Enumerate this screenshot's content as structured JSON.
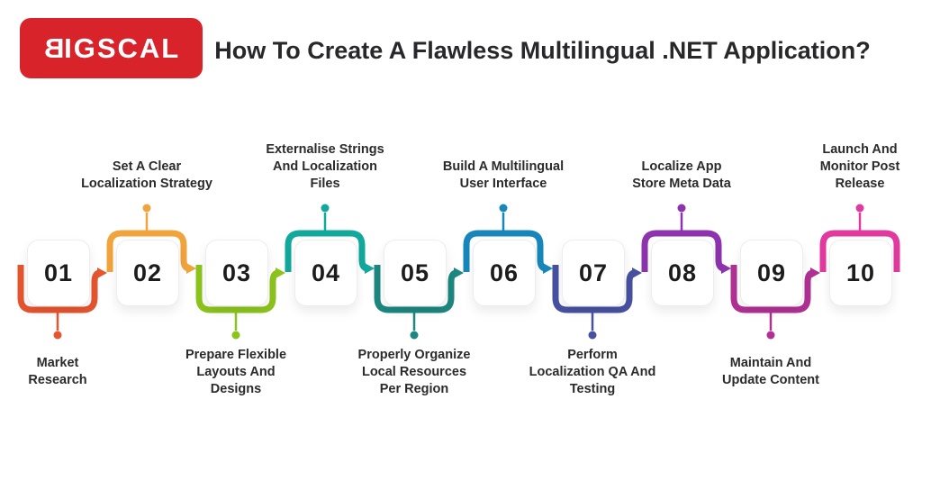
{
  "header": {
    "logo": {
      "text": "BIGSCAL",
      "first_letter": "B",
      "rest": "IGSCAL",
      "bg_color": "#D9232B",
      "text_color": "#FFFFFF"
    },
    "title": "How To Create A Flawless Multilingual .NET Application?",
    "title_color": "#28282A"
  },
  "steps": [
    {
      "num": "01",
      "label": "Market\nResearch",
      "color": "#E5552F",
      "label_position": "below"
    },
    {
      "num": "02",
      "label": "Set A Clear\nLocalization Strategy",
      "color": "#F1A33C",
      "label_position": "above"
    },
    {
      "num": "03",
      "label": "Prepare Flexible\nLayouts And\nDesigns",
      "color": "#8CC41D",
      "label_position": "below"
    },
    {
      "num": "04",
      "label": "Externalise Strings\nAnd Localization\nFiles",
      "color": "#12A89B",
      "label_position": "above"
    },
    {
      "num": "05",
      "label": "Properly Organize\nLocal Resources\nPer Region",
      "color": "#1D8780",
      "label_position": "below"
    },
    {
      "num": "06",
      "label": "Build A Multilingual\nUser Interface",
      "color": "#1787BB",
      "label_position": "above"
    },
    {
      "num": "07",
      "label": "Perform\nLocalization QA And\nTesting",
      "color": "#47519F",
      "label_position": "below"
    },
    {
      "num": "08",
      "label": "Localize App\nStore Meta Data",
      "color": "#8C33AD",
      "label_position": "above"
    },
    {
      "num": "09",
      "label": "Maintain And\nUpdate Content",
      "color": "#B03193",
      "label_position": "below"
    },
    {
      "num": "10",
      "label": "Launch And\nMonitor Post\nRelease",
      "color": "#E2399F",
      "label_position": "above"
    }
  ]
}
